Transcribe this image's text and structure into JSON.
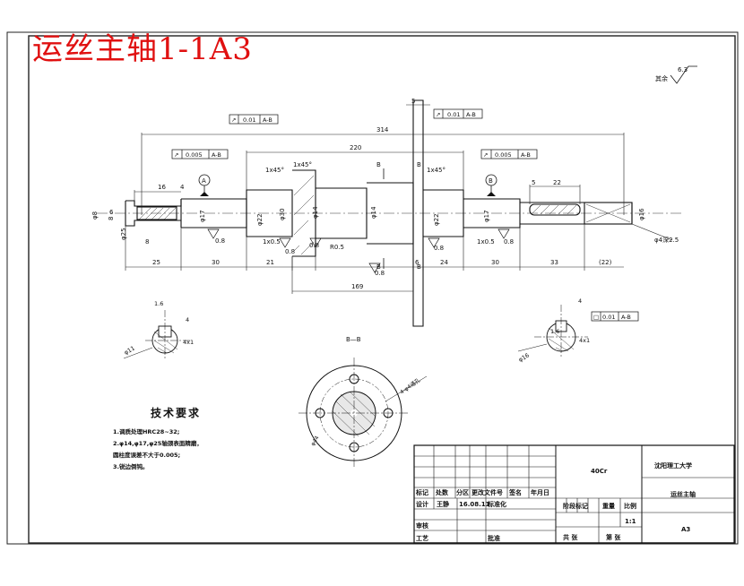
{
  "title": "运丝主轴1-1A3",
  "roughness": {
    "label": "其余",
    "value": "6.3"
  },
  "tolerance_frames": [
    {
      "symbol": "↗",
      "value": "0.01",
      "datum": "A-B"
    },
    {
      "symbol": "↗",
      "value": "0.01",
      "datum": "A-B"
    },
    {
      "symbol": "↗",
      "value": "0.005",
      "datum": "A-B"
    },
    {
      "symbol": "↗",
      "value": "0.005",
      "datum": "A-B"
    },
    {
      "symbol": "□",
      "value": "0.01",
      "datum": "A-B"
    }
  ],
  "dimensions": {
    "overall": "314",
    "d220": "220",
    "d169": "169",
    "d5a": "5",
    "d5b": "5",
    "d16": "16",
    "d4": "4",
    "d8": "8",
    "d22": "22",
    "bottom": [
      "25",
      "30",
      "21",
      "6",
      "24",
      "30",
      "33",
      "(22)"
    ],
    "chamfer1": "1x45°",
    "chamfer2": "1x45°",
    "chamfer3": "1x45°",
    "r05": "R0.5",
    "d1x05a": "1x0.5",
    "d1x05b": "1x0.5",
    "phi_a": "φ8",
    "phi_b": "φ25",
    "phi_c": "φ17",
    "phi_d": "φ22",
    "phi_e": "φ30",
    "phi_f": "φ14",
    "phi_g": "φ14",
    "phi_h": "φ22",
    "phi_i": "φ17",
    "phi_j": "φ16",
    "thread": "φ4深2.5",
    "d6": "6",
    "d8b": "8",
    "r08a": "0.8",
    "r08b": "0.8",
    "r08c": "0.8",
    "r08d": "0.8",
    "r08e": "0.8",
    "r08f": "0.8"
  },
  "datums": [
    "A",
    "B"
  ],
  "section_marks": {
    "b1": "B",
    "b2": "B",
    "b3": "B",
    "b4": "B"
  },
  "section_bb": {
    "label": "B—B",
    "holes": "4-φ4通孔",
    "pcd": "φ44"
  },
  "detail_left": {
    "d1": "1.6",
    "d2": "4",
    "d3": "φ11",
    "note": "4x1"
  },
  "detail_right": {
    "d1": "1.6",
    "d2": "4",
    "d3": "φ16",
    "note": "4x1"
  },
  "tech_requirements": {
    "heading": "技术要求",
    "lines": [
      "1.调质处理HRC28~32;",
      "2.φ14,φ17,φ25轴颈表面精磨，",
      "   圆柱度误差不大于0.005;",
      "3.锐边倒钝。"
    ]
  },
  "title_block": {
    "material": "40Cr",
    "school": "沈阳理工大学",
    "part_name": "运丝主轴",
    "scale": "1:1",
    "sheet_size": "A3",
    "headers": [
      "标记",
      "处数",
      "分区",
      "更改文件号",
      "签名",
      "年月日"
    ],
    "row_design": [
      "设计",
      "王静",
      "16.08.11",
      "标准化"
    ],
    "row_check": "审核",
    "row_process": "工艺",
    "approve": "批准",
    "stage_label": "阶段标记",
    "weight_label": "重量",
    "scale_label": "比例",
    "sheets_total": "共  张",
    "sheet_no": "第  张"
  }
}
